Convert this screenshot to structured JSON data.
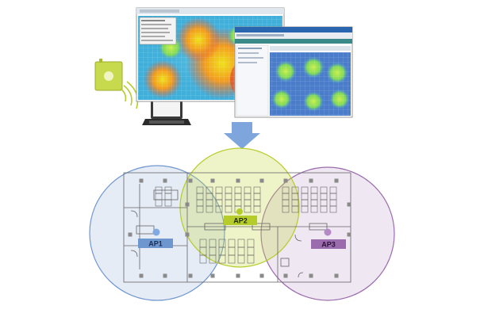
{
  "colors": {
    "ap1": "#6f97cf",
    "ap2": "#b6cc2a",
    "ap3": "#9b6cad",
    "arrow": "#7ea6dc",
    "sensor": "#c3d54b",
    "floor_line": "#666666"
  },
  "access_points": [
    {
      "id": "ap1",
      "label": "AP1"
    },
    {
      "id": "ap2",
      "label": "AP2"
    },
    {
      "id": "ap3",
      "label": "AP3"
    }
  ],
  "icons": {
    "sensor": "wireless-sensor-icon",
    "laptop": "laptop-icon",
    "arrow": "down-arrow-icon"
  }
}
